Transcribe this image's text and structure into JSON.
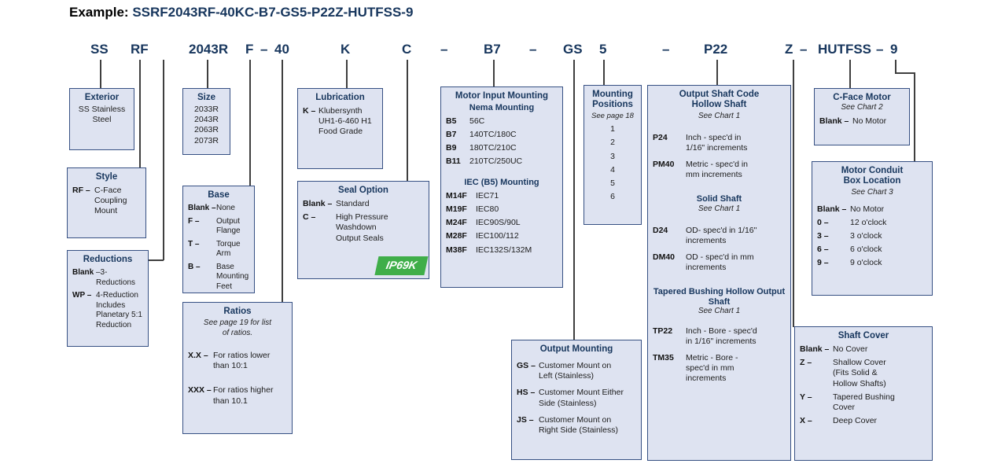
{
  "title": {
    "label": "Example:",
    "code": "SSRF2043RF-40KC-B7-GS5-P22Z-HUTFSS-9"
  },
  "colors": {
    "accent_navy": "#17365d",
    "box_fill": "#dee3f1",
    "box_border": "#365083",
    "badge_green": "#3fae49"
  },
  "header": {
    "segments": [
      "SS",
      "RF",
      "2043R",
      "F",
      "–",
      "40",
      "K",
      "C",
      "–",
      "B7",
      "–",
      "GS",
      "5",
      "–",
      "P22",
      "Z",
      "–",
      "HUTFSS",
      "–",
      "9"
    ]
  },
  "boxes": {
    "exterior": {
      "title": "Exterior",
      "body": "SS Stainless Steel"
    },
    "style": {
      "title": "Style",
      "rows": [
        {
          "code": "RF –",
          "desc": "C-Face Coupling Mount"
        }
      ]
    },
    "reductions": {
      "title": "Reductions",
      "rows": [
        {
          "code": "Blank",
          "desc": "–3-Reductions"
        },
        {
          "code": "WP –",
          "desc": "4-Reduction Includes Planetary 5:1 Reduction"
        }
      ]
    },
    "size": {
      "title": "Size",
      "items": [
        "2033R",
        "2043R",
        "2063R",
        "2073R"
      ]
    },
    "base": {
      "title": "Base",
      "rows": [
        {
          "code": "Blank –",
          "desc": "None"
        },
        {
          "code": "F –",
          "desc": "Output Flange"
        },
        {
          "code": "T –",
          "desc": "Torque Arm"
        },
        {
          "code": "B –",
          "desc": "Base Mounting Feet"
        }
      ]
    },
    "ratios": {
      "title": "Ratios",
      "note": "See page 19 for list of ratios.",
      "rows": [
        {
          "code": "X.X –",
          "desc": "For ratios lower than 10:1"
        },
        {
          "code": "XXX –",
          "desc": "For ratios higher than 10.1"
        }
      ]
    },
    "lubrication": {
      "title": "Lubrication",
      "rows": [
        {
          "code": "K –",
          "desc": "Klubersynth UH1-6-460 H1 Food Grade"
        }
      ]
    },
    "seal": {
      "title": "Seal Option",
      "rows": [
        {
          "code": "Blank –",
          "desc": "Standard"
        },
        {
          "code": "C –",
          "desc": "High Pressure Washdown Output Seals"
        }
      ],
      "badge": "IP69K"
    },
    "motor_input": {
      "title": "Motor Input Mounting",
      "nema_heading": "Nema Mounting",
      "nema_rows": [
        {
          "code": "B5",
          "desc": "56C"
        },
        {
          "code": "B7",
          "desc": "140TC/180C"
        },
        {
          "code": "B9",
          "desc": "180TC/210C"
        },
        {
          "code": "B11",
          "desc": "210TC/250UC"
        }
      ],
      "iec_heading": "IEC (B5) Mounting",
      "iec_rows": [
        {
          "code": "M14F",
          "desc": "IEC71"
        },
        {
          "code": "M19F",
          "desc": "IEC80"
        },
        {
          "code": "M24F",
          "desc": "IEC90S/90L"
        },
        {
          "code": "M28F",
          "desc": "IEC100/112"
        },
        {
          "code": "M38F",
          "desc": "IEC132S/132M"
        }
      ]
    },
    "mounting_positions": {
      "title": "Mounting Positions",
      "note": "See page 18",
      "positions": [
        "1",
        "2",
        "3",
        "4",
        "5",
        "6"
      ]
    },
    "output_mounting": {
      "title": "Output Mounting",
      "rows": [
        {
          "code": "GS –",
          "desc": "Customer Mount on Left (Stainless)"
        },
        {
          "code": "HS –",
          "desc": "Customer Mount Either Side (Stainless)"
        },
        {
          "code": "JS –",
          "desc": "Customer Mount on Right Side (Stainless)"
        }
      ]
    },
    "output_shaft": {
      "title1": "Output Shaft Code",
      "title2": "Hollow Shaft",
      "note1": "See Chart 1",
      "hollow_rows": [
        {
          "code": "P24",
          "desc": "Inch - spec'd in 1/16\" increments"
        },
        {
          "code": "PM40",
          "desc": "Metric - spec'd in mm increments"
        }
      ],
      "solid_heading": "Solid Shaft",
      "note2": "See Chart 1",
      "solid_rows": [
        {
          "code": "D24",
          "desc": "OD- spec'd in 1/16\" increments"
        },
        {
          "code": "DM40",
          "desc": "OD - spec'd in mm increments"
        }
      ],
      "tapered_heading": "Tapered Bushing Hollow Output Shaft",
      "note3": "See Chart 1",
      "tapered_rows": [
        {
          "code": "TP22",
          "desc": "Inch - Bore - spec'd in 1/16\" increments"
        },
        {
          "code": "TM35",
          "desc": "Metric - Bore - spec'd in mm increments"
        }
      ]
    },
    "cface": {
      "title": "C-Face Motor",
      "note": "See Chart 2",
      "rows": [
        {
          "code": "Blank –",
          "desc": "No Motor"
        }
      ]
    },
    "conduit": {
      "title": "Motor Conduit Box Location",
      "note": "See Chart 3",
      "rows": [
        {
          "code": "Blank –",
          "desc": "No Motor"
        },
        {
          "code": "0 –",
          "desc": "12 o'clock"
        },
        {
          "code": "3 –",
          "desc": "3 o'clock"
        },
        {
          "code": "6 –",
          "desc": "6 o'clock"
        },
        {
          "code": "9 –",
          "desc": "9 o'clock"
        }
      ]
    },
    "shaft_cover": {
      "title": "Shaft Cover",
      "rows": [
        {
          "code": "Blank –",
          "desc": "No Cover"
        },
        {
          "code": "Z –",
          "desc": "Shallow Cover (Fits Solid & Hollow Shafts)"
        },
        {
          "code": "Y –",
          "desc": "Tapered Bushing Cover"
        },
        {
          "code": "X –",
          "desc": "Deep Cover"
        }
      ]
    }
  }
}
